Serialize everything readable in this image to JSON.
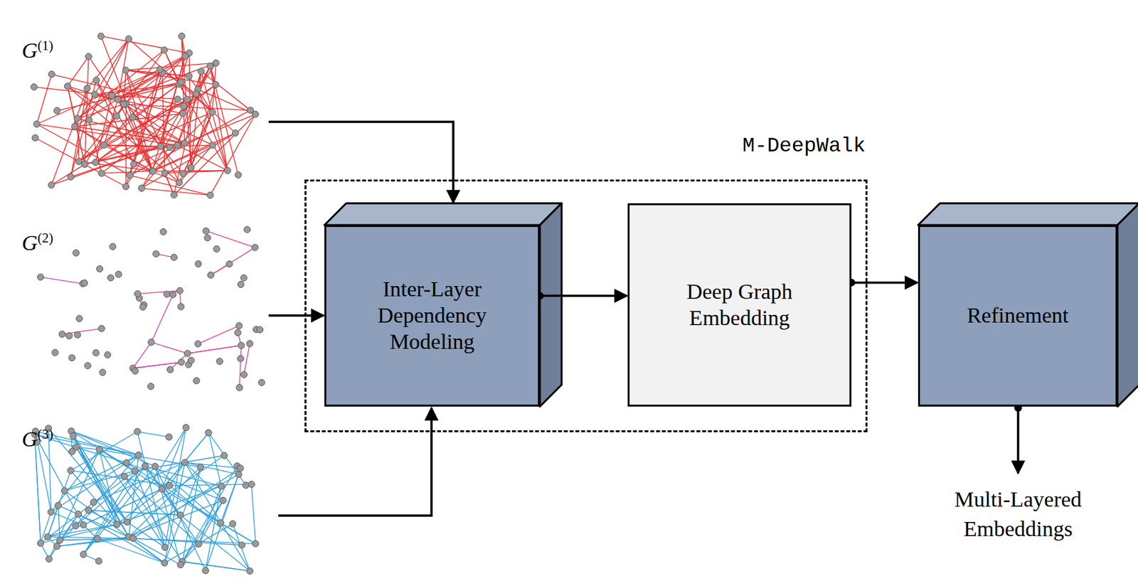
{
  "diagram": {
    "nodes": [
      {
        "text": [
          "M-DeepWalk"
        ]
      },
      {
        "text": [
          "Inter-Layer Dependency Modeling"
        ],
        "in": 0
      },
      {
        "text": [
          "Deep Graph Embedding"
        ],
        "in": 0
      },
      {
        "text": [
          "Refinement"
        ]
      }
    ],
    "edges": [
      {
        "from": 1,
        "to": 2,
        "arrow": "to"
      },
      {
        "from": 2,
        "to": 3,
        "arrow": "to"
      }
    ],
    "labels": [
      "G(1)",
      "G(2)",
      "G(3)",
      "Multi-Layered Embeddings"
    ]
  }
}
